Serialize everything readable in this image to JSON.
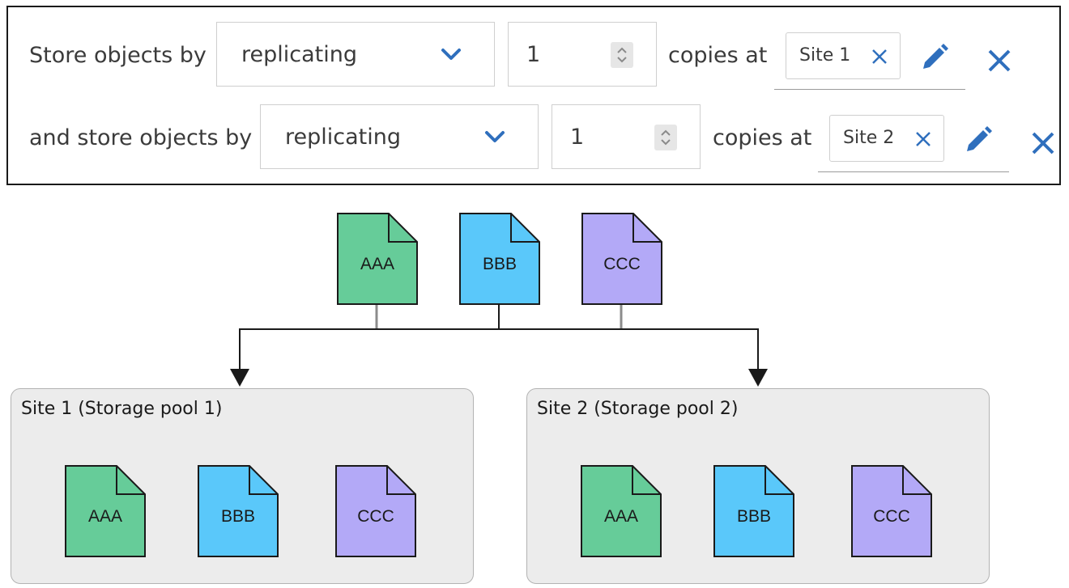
{
  "rules": [
    {
      "label": "Store objects by",
      "method": "replicating",
      "copies": "1",
      "copies_label": "copies at",
      "site_tag": "Site 1"
    },
    {
      "label": "and store objects by",
      "method": "replicating",
      "copies": "1",
      "copies_label": "copies at",
      "site_tag": "Site 2"
    }
  ],
  "objects": [
    {
      "label": "AAA",
      "color": "#66cc99"
    },
    {
      "label": "BBB",
      "color": "#5ac8fa"
    },
    {
      "label": "CCC",
      "color": "#b3a9f7"
    }
  ],
  "pools": [
    {
      "title": "Site 1 (Storage pool 1)",
      "objects": [
        {
          "label": "AAA",
          "color": "#66cc99"
        },
        {
          "label": "BBB",
          "color": "#5ac8fa"
        },
        {
          "label": "CCC",
          "color": "#b3a9f7"
        }
      ]
    },
    {
      "title": "Site 2 (Storage pool 2)",
      "objects": [
        {
          "label": "AAA",
          "color": "#66cc99"
        },
        {
          "label": "BBB",
          "color": "#5ac8fa"
        },
        {
          "label": "CCC",
          "color": "#b3a9f7"
        }
      ]
    }
  ],
  "colors": {
    "accent_icon": "#2f6fbd",
    "line": "#1a1a1a",
    "connector_gray": "#8c8c8c"
  },
  "icons": {
    "chevron": "chevron-down-icon",
    "stepper": "up-down-stepper-icon",
    "tag_remove": "close-icon",
    "edit": "pencil-icon",
    "remove_rule": "close-icon"
  }
}
